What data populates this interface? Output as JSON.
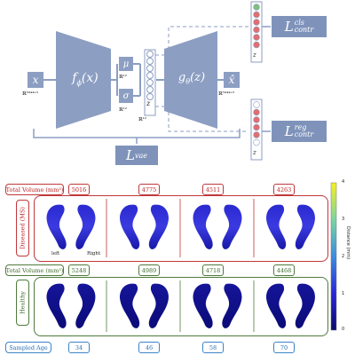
{
  "architecture": {
    "input_symbol": "x",
    "input_dim": "ℝ⁵⁹⁴⁴ˣ³",
    "encoder_label": "f",
    "encoder_sub": "ϕ",
    "encoder_arg": "(x)",
    "mu_symbol": "μ",
    "mu_dim": "ℝ¹²",
    "sigma_symbol": "σ",
    "sigma_dim": "ℝ¹²",
    "latent_symbol": "z",
    "latent_dim": "ℝ¹²",
    "decoder_label": "g",
    "decoder_sub": "θ",
    "decoder_arg": "(z)",
    "output_symbol": "x̂",
    "output_dim": "ℝ⁵⁹⁴⁴ˣ³",
    "loss_cls_main": "L",
    "loss_cls_sup": "cls",
    "loss_cls_sub": "contr",
    "loss_reg_main": "L",
    "loss_reg_sup": "reg",
    "loss_reg_sub": "contr",
    "loss_vae_main": "L",
    "loss_vae_sub": "vae",
    "cls_stack_colors": [
      "#7fbf7f",
      "#e07070",
      "#e07070",
      "#e07070",
      "#e07070",
      "#e07070"
    ],
    "reg_stack_colors": [
      "#ffffff",
      "#e07070",
      "#e07070",
      "#e07070",
      "#e07070",
      "#ffffff"
    ]
  },
  "results": {
    "diseased_row_label": "Total Volume (mm³)",
    "diseased_volumes": [
      "5016",
      "4775",
      "4511",
      "4263"
    ],
    "diseased_side_label": "Diseased (MS)",
    "healthy_row_label": "Total Volume (mm³)",
    "healthy_volumes": [
      "5248",
      "4989",
      "4718",
      "4468"
    ],
    "healthy_side_label": "Healthy",
    "age_row_label": "Sampled Age",
    "ages": [
      "34",
      "46",
      "58",
      "70"
    ],
    "left_label": "left",
    "right_label": "Right",
    "colorbar_label": "Distance (mm)",
    "colorbar_ticks": [
      "4",
      "3",
      "2",
      "1",
      "0"
    ],
    "colors": {
      "red": "#c0383a",
      "green": "#4f7a3c",
      "blue": "#3c84c8",
      "shape_dark": "#1a1a9a",
      "node": "#8c9ec2"
    }
  }
}
